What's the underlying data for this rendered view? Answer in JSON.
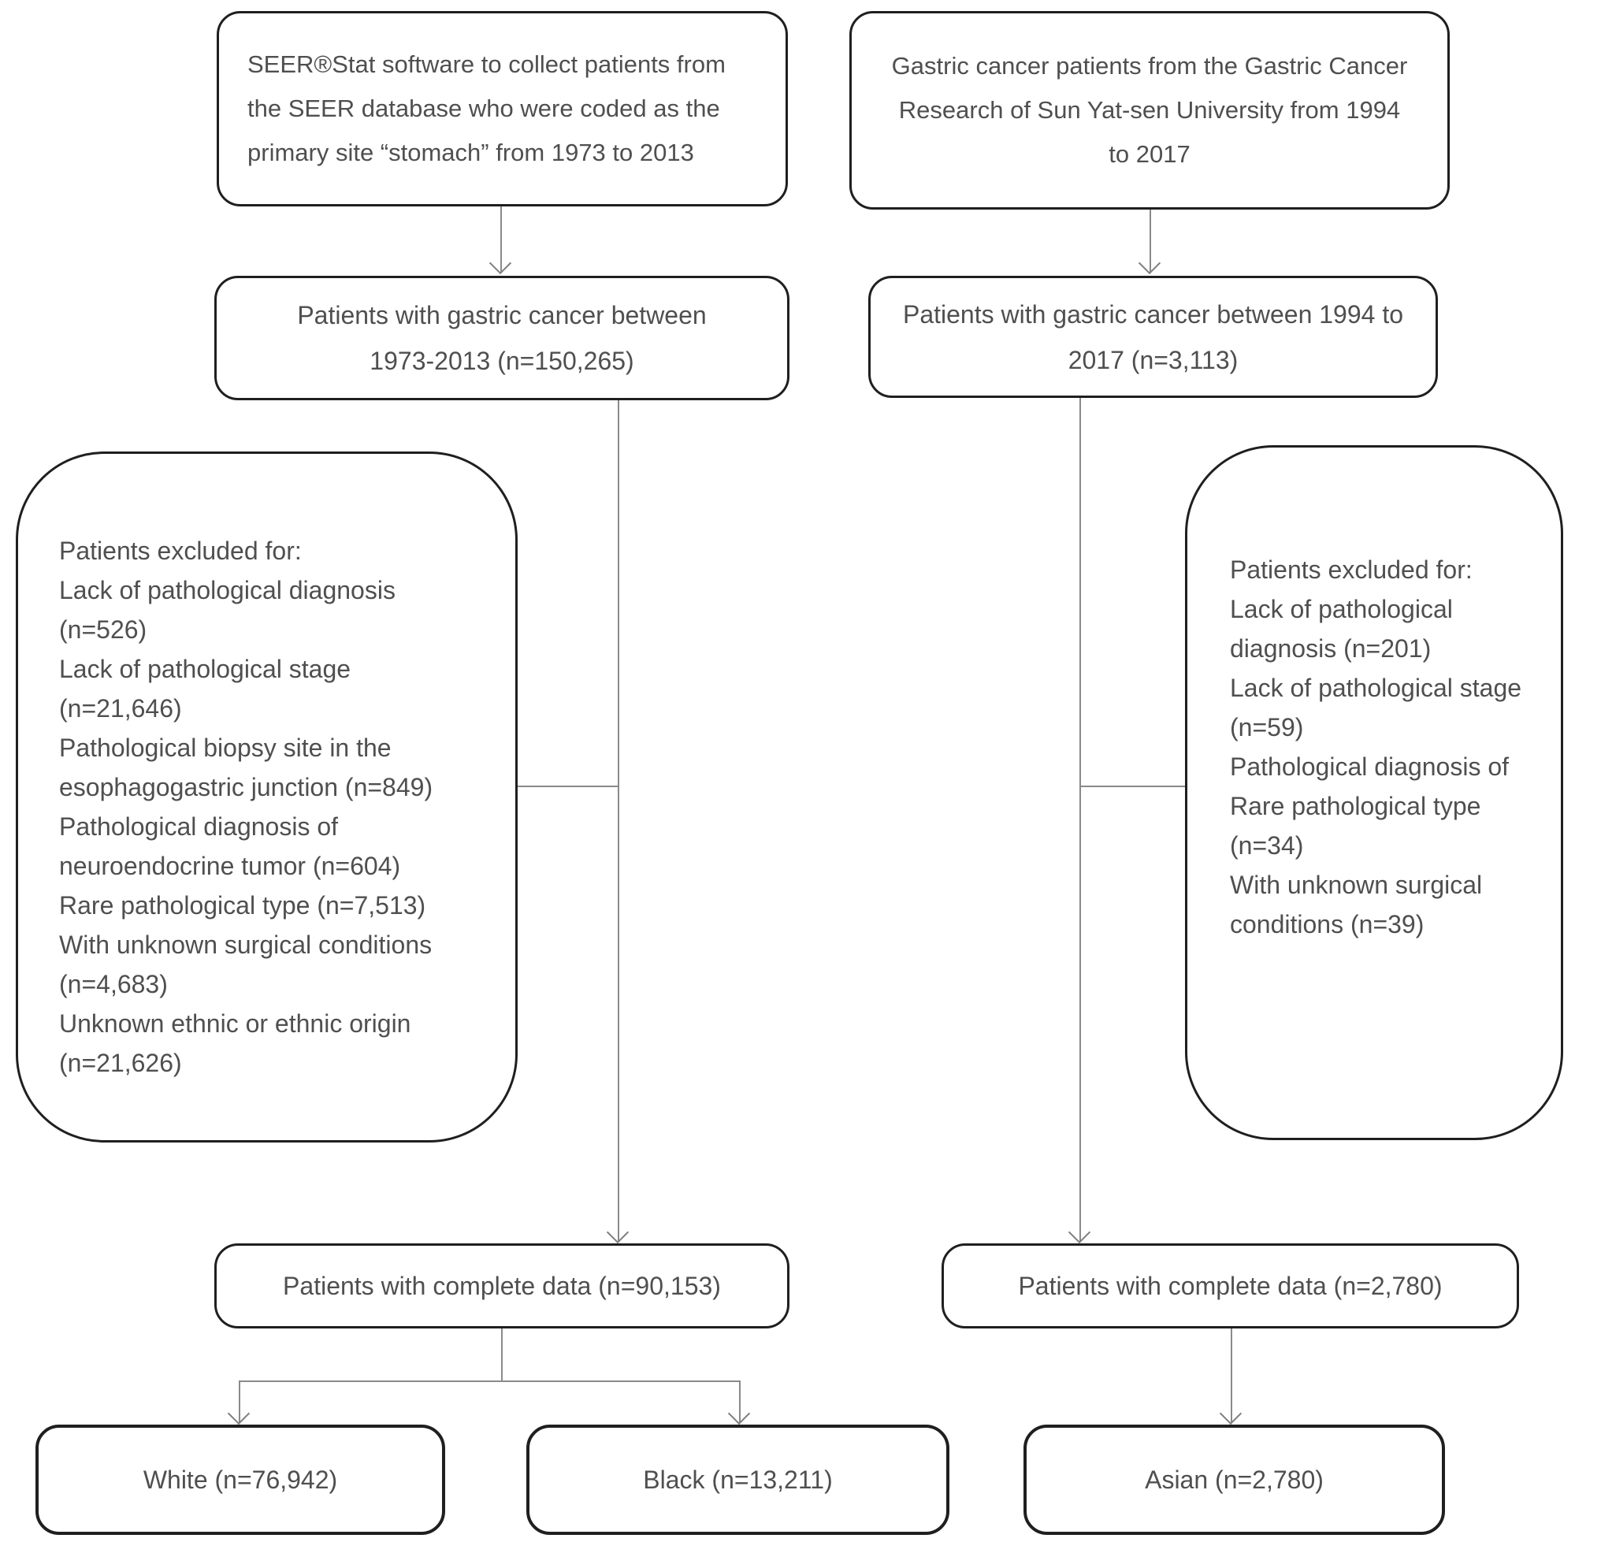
{
  "diagram_type": "patient-selection-flowchart",
  "colors": {
    "box_border": "#1f1f1f",
    "text": "#4f4f4f",
    "connector_line": "#8a8a8a",
    "background": "#ffffff"
  },
  "left_flow": {
    "source": {
      "lines": [
        "SEER®Stat software to collect patients from",
        "the SEER database who were coded as the",
        "primary site “stomach” from 1973 to 2013"
      ]
    },
    "cohort": {
      "lines": [
        "Patients with gastric cancer between",
        "1973-2013 (n=150,265)"
      ]
    },
    "excluded": {
      "lines": [
        "Patients excluded for:",
        "Lack of pathological diagnosis",
        "(n=526)",
        "Lack of pathological stage",
        "(n=21,646)",
        "Pathological biopsy site in the",
        "esophagogastric junction (n=849)",
        "Pathological diagnosis of",
        "neuroendocrine tumor (n=604)",
        "Rare pathological type (n=7,513)",
        "With unknown surgical conditions",
        "(n=4,683)",
        "Unknown ethnic or ethnic origin",
        "(n=21,626)"
      ]
    },
    "complete": {
      "text": "Patients with complete data (n=90,153)"
    },
    "white": {
      "text": "White (n=76,942)"
    },
    "black": {
      "text": "Black (n=13,211)"
    }
  },
  "right_flow": {
    "source": {
      "lines": [
        "Gastric cancer patients from the Gastric Cancer",
        "Research of Sun Yat-sen University from 1994",
        "to 2017"
      ]
    },
    "cohort": {
      "lines": [
        "Patients with gastric cancer between 1994 to",
        "2017 (n=3,113)"
      ]
    },
    "excluded": {
      "lines": [
        "Patients excluded for:",
        "Lack of pathological",
        "diagnosis (n=201)",
        "Lack of pathological stage",
        "(n=59)",
        "Pathological diagnosis of",
        "Rare pathological type",
        "(n=34)",
        "With unknown surgical",
        "conditions (n=39)"
      ]
    },
    "complete": {
      "text": "Patients with complete data (n=2,780)"
    },
    "asian": {
      "text": "Asian (n=2,780)"
    }
  }
}
